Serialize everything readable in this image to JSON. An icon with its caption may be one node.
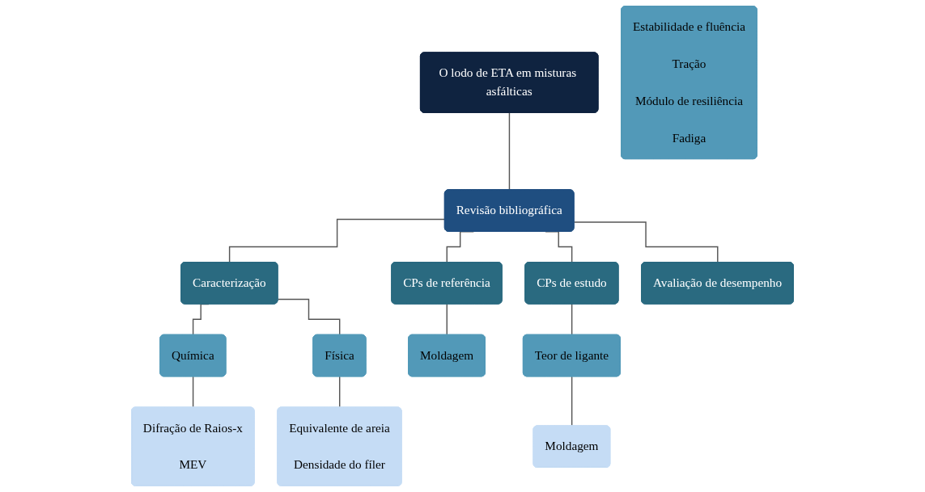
{
  "diagram": {
    "nodes": [
      {
        "text": [
          "O lodo de ETA em misturas asfálticas"
        ]
      },
      {
        "text": [
          "Revisão bibliográfica"
        ]
      },
      {
        "text": [
          "Caracterização"
        ]
      },
      {
        "text": [
          "CPs de referência"
        ]
      },
      {
        "text": [
          "CPs de estudo"
        ]
      },
      {
        "text": [
          "Avaliação de desempenho"
        ]
      },
      {
        "text": [
          "Química"
        ]
      },
      {
        "text": [
          "Física"
        ]
      },
      {
        "text": [
          "Moldagem"
        ]
      },
      {
        "text": [
          "Teor de ligante"
        ]
      },
      {
        "text": [
          "Moldagem"
        ]
      },
      {
        "text": [
          "Difração de Raios-x",
          "MEV"
        ]
      },
      {
        "text": [
          "Equivalente de areia",
          "Densidade do fíler"
        ]
      },
      {
        "text": [
          "Estabilidade e fluência",
          "Tração",
          "Módulo de resiliência",
          "Fadiga"
        ]
      }
    ],
    "edges": [
      {
        "from": 0,
        "to": 1,
        "arrow": "none"
      },
      {
        "from": 1,
        "to": 2,
        "arrow": "none"
      },
      {
        "from": 1,
        "to": 3,
        "arrow": "none"
      },
      {
        "from": 1,
        "to": 4,
        "arrow": "none"
      },
      {
        "from": 1,
        "to": 5,
        "arrow": "none"
      },
      {
        "from": 2,
        "to": 6,
        "arrow": "none"
      },
      {
        "from": 2,
        "to": 7,
        "arrow": "none"
      },
      {
        "from": 3,
        "to": 8,
        "arrow": "none"
      },
      {
        "from": 4,
        "to": 9,
        "arrow": "none"
      },
      {
        "from": 9,
        "to": 10,
        "arrow": "none"
      },
      {
        "from": 6,
        "to": 11,
        "arrow": "none"
      },
      {
        "from": 7,
        "to": 12,
        "arrow": "none"
      }
    ]
  }
}
